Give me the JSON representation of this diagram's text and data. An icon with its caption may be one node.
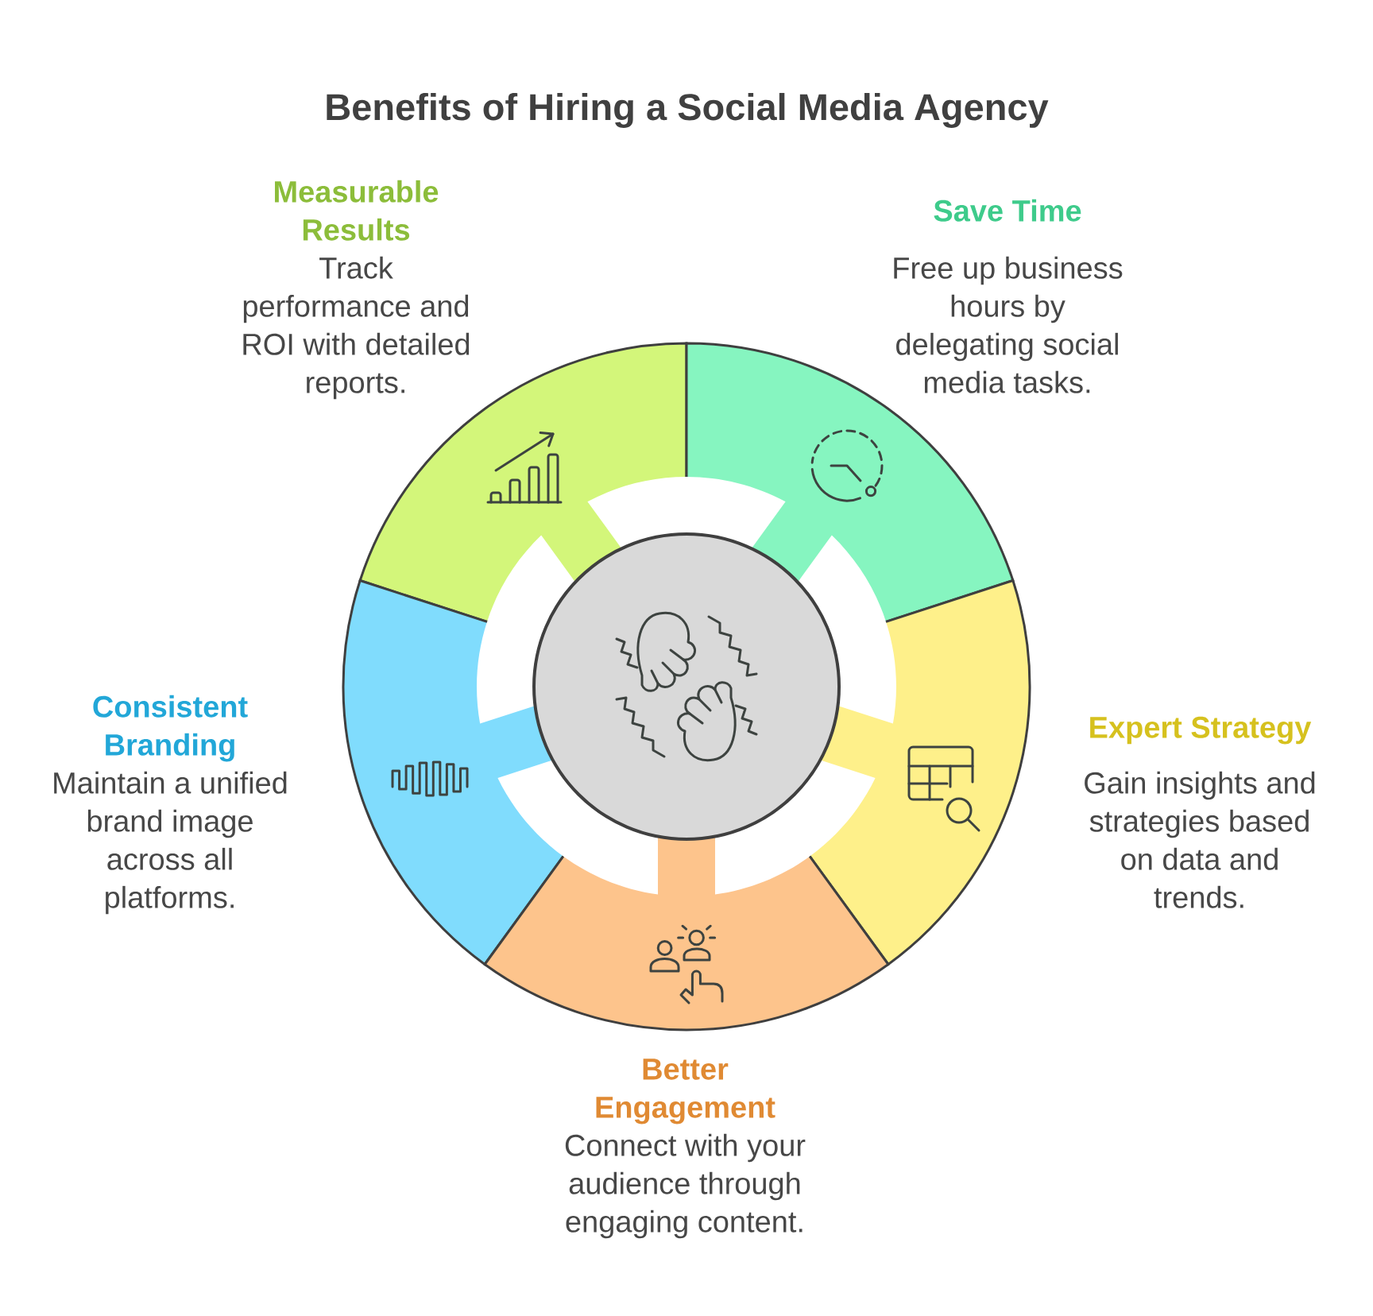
{
  "diagram": {
    "title": "Benefits of Hiring a Social Media Agency",
    "nodes": [
      {
        "text": [
          "Measurable Results",
          "Track performance and ROI with detailed reports."
        ]
      },
      {
        "text": [
          "Save Time",
          "Free up business hours by delegating social media tasks."
        ]
      },
      {
        "text": [
          "Consistent Branding",
          "Maintain a unified brand image across all platforms."
        ]
      },
      {
        "text": [
          "Expert Strategy",
          "Gain insights and strategies based on data and trends."
        ]
      },
      {
        "text": [
          "Better Engagement",
          "Connect with your audience through engaging content."
        ]
      },
      {
        "text": [],
        "shape": "circle"
      }
    ]
  }
}
